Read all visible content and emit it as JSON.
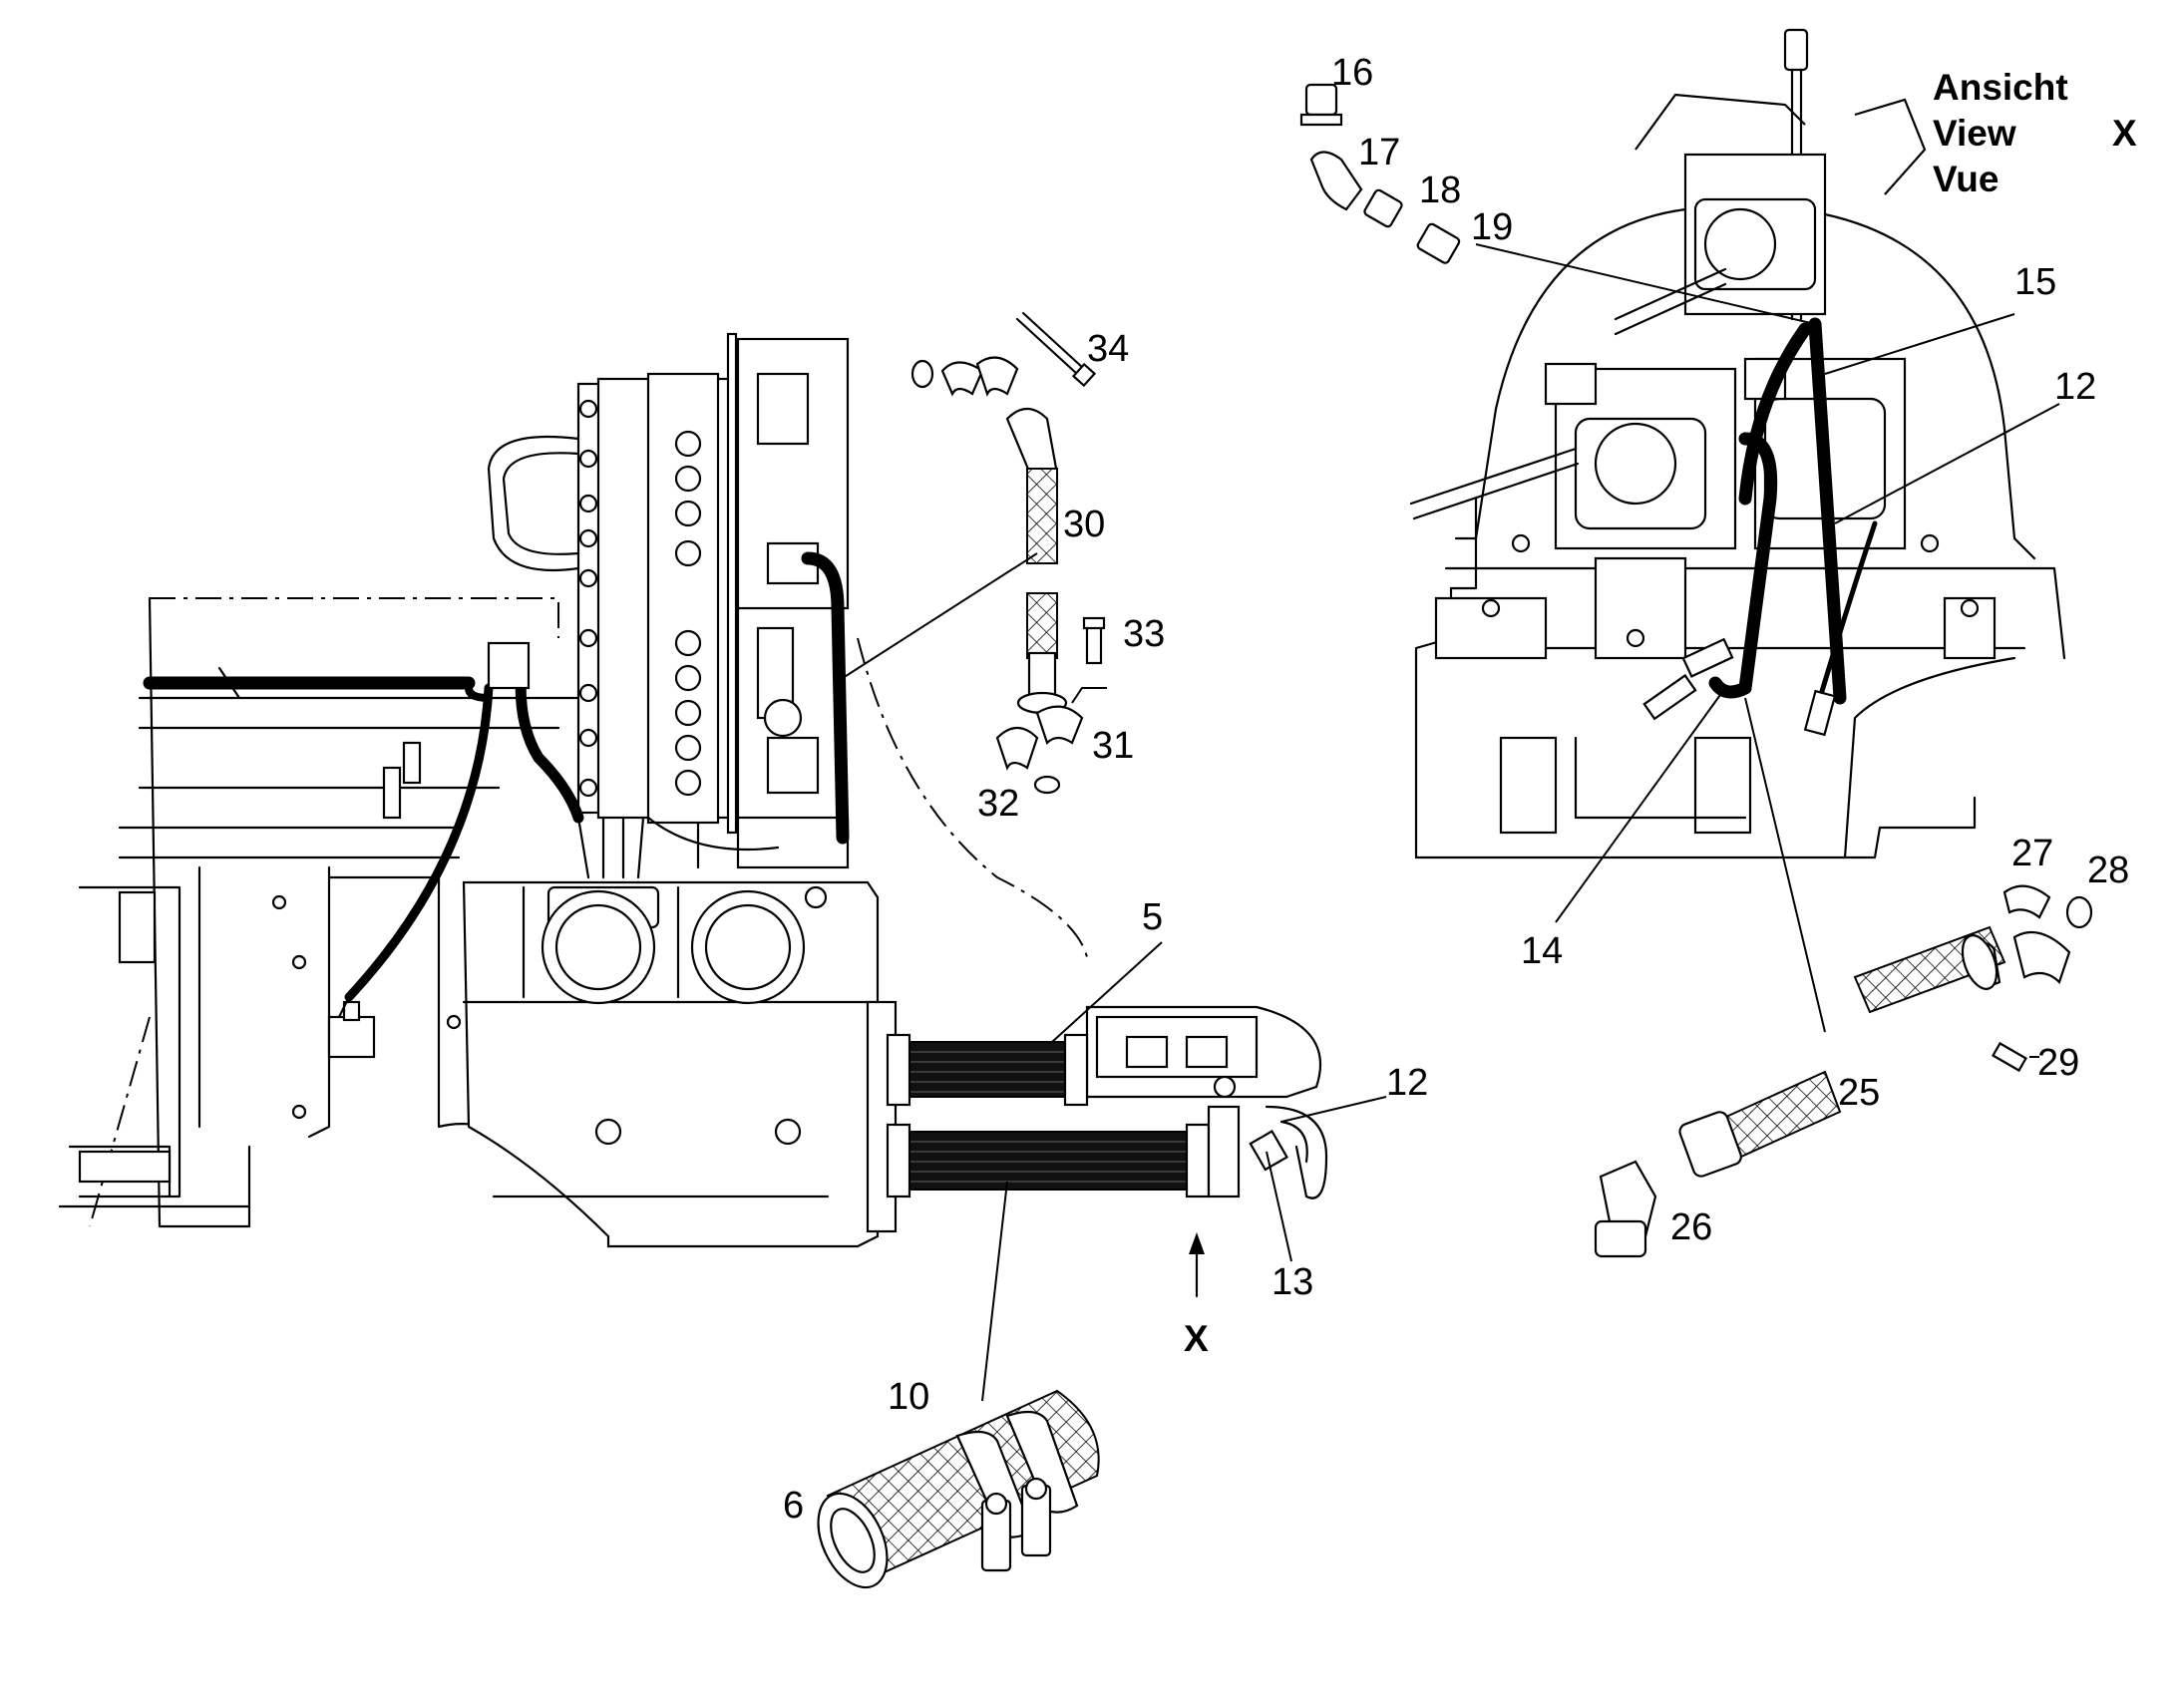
{
  "view_label": {
    "lines": [
      "Ansicht",
      "View",
      "Vue"
    ],
    "marker": "X"
  },
  "view_arrow_label": "X",
  "callouts": {
    "c5": "5",
    "c6": "6",
    "c10": "10",
    "c12a": "12",
    "c12b": "12",
    "c13": "13",
    "c14": "14",
    "c15": "15",
    "c16": "16",
    "c17": "17",
    "c18": "18",
    "c19": "19",
    "c25": "25",
    "c26": "26",
    "c27": "27",
    "c28": "28",
    "c29": "29",
    "c30": "30",
    "c31": "31",
    "c32": "32",
    "c33": "33",
    "c34": "34"
  }
}
